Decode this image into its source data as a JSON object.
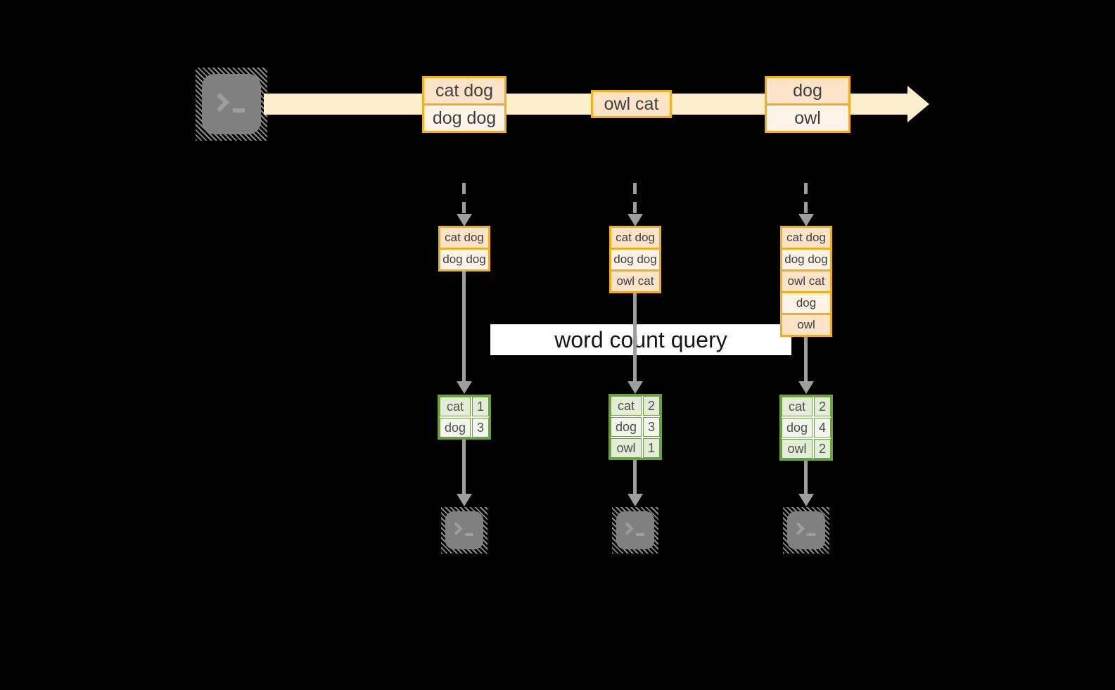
{
  "query_label": "word count query",
  "stream": {
    "source_icon": "terminal-icon",
    "batches": [
      {
        "entries": [
          "cat dog",
          "dog dog"
        ]
      },
      {
        "entries": [
          "owl cat"
        ]
      },
      {
        "entries": [
          "dog",
          "owl"
        ]
      }
    ]
  },
  "columns": [
    {
      "input_rows": [
        "cat dog",
        "dog dog"
      ],
      "result_rows": [
        [
          "cat",
          "1"
        ],
        [
          "dog",
          "3"
        ]
      ],
      "sink_icon": "terminal-icon"
    },
    {
      "input_rows": [
        "cat dog",
        "dog dog",
        "owl cat"
      ],
      "result_rows": [
        [
          "cat",
          "2"
        ],
        [
          "dog",
          "3"
        ],
        [
          "owl",
          "1"
        ]
      ],
      "sink_icon": "terminal-icon"
    },
    {
      "input_rows": [
        "cat dog",
        "dog dog",
        "owl cat",
        "dog",
        "owl"
      ],
      "result_rows": [
        [
          "cat",
          "2"
        ],
        [
          "dog",
          "4"
        ],
        [
          "owl",
          "2"
        ]
      ],
      "sink_icon": "terminal-icon"
    }
  ],
  "colors": {
    "background": "#000000",
    "stream_band": "#fbf0cb",
    "record_border": "#f3ae1b",
    "record_fill_dark": "#fae3c7",
    "record_fill_light": "#fdf3e6",
    "table_border": "#6ba33b",
    "table_fill_dark": "#e2ecd7",
    "table_fill_light": "#f2f6ec",
    "arrow_gray": "#9e9e9e",
    "terminal_gray": "#808080",
    "banner_bg": "#ffffff"
  }
}
